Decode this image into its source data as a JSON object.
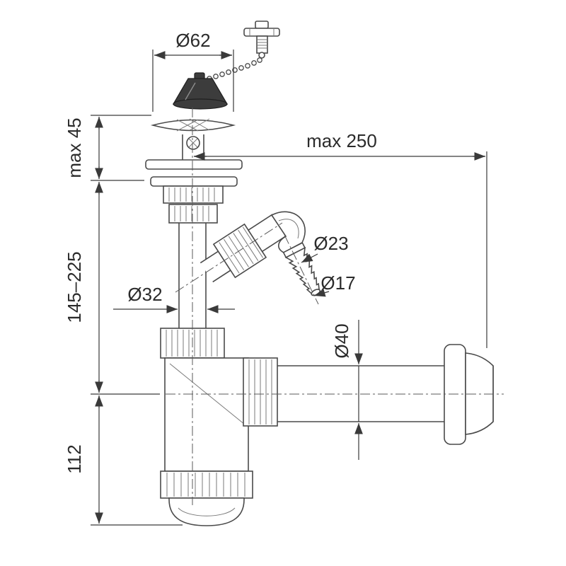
{
  "colors": {
    "line": "#4a4a4a",
    "dimension": "#3a3a3a",
    "plug": "#3c3c3c",
    "background": "#ffffff"
  },
  "dimensions": {
    "strainer_diameter": "Ø62",
    "strainer_height": "max 45",
    "outlet_reach": "max 250",
    "inlet_connection": "Ø23",
    "hose_barb": "Ø17",
    "pipe_diameter": "Ø32",
    "outlet_diameter": "Ø40",
    "adjustable_height": "145–225",
    "trap_depth": "112"
  }
}
